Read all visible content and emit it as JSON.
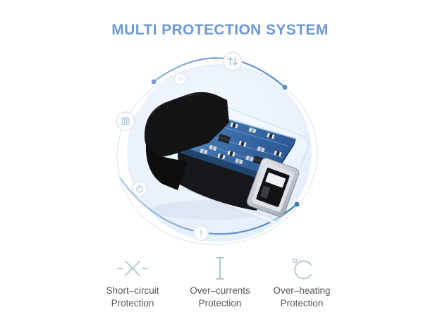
{
  "title": "MULTI PROTECTION SYSTEM",
  "colors": {
    "title_blue": "#6b98d8",
    "arc_blue_light": "#86abd8",
    "arc_blue_dark": "#3d76bb",
    "disc_fill": "#eaf2fb",
    "pcb_blue": "#3a6ca8",
    "icon_stroke": "#a7bfd1",
    "label_text": "#53575a"
  },
  "diagram": {
    "product": "usb-wall-charger-with-exposed-pcb",
    "badges": [
      {
        "name": "over-current-arrows-badge"
      },
      {
        "name": "small-plus-badge"
      },
      {
        "name": "chip-grid-badge"
      },
      {
        "name": "power-badge"
      },
      {
        "name": "alert-badge"
      }
    ]
  },
  "features": [
    {
      "icon": "short-circuit-icon",
      "line1": "Short–circuit",
      "line2": "Protection"
    },
    {
      "icon": "over-currents-icon",
      "line1": "Over–currents",
      "line2": "Protection"
    },
    {
      "icon": "over-heating-icon",
      "line1": "Over–heating",
      "line2": "Protection"
    }
  ]
}
